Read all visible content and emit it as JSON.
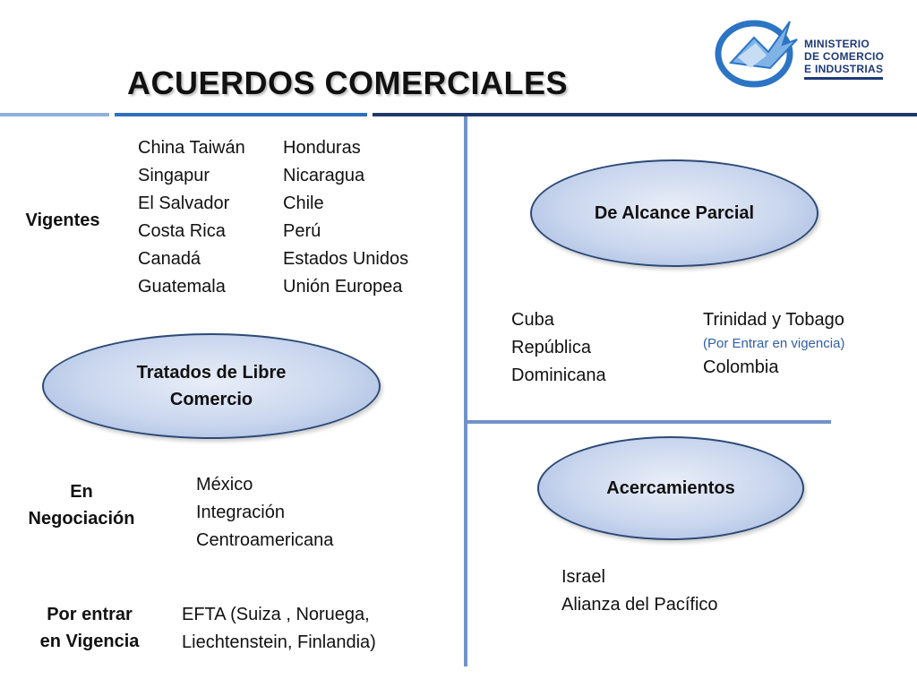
{
  "title": "ACUERDOS COMERCIALES",
  "logo": {
    "line1": "MINISTERIO",
    "line2": "DE COMERCIO",
    "line3": "E  INDUSTRIAS"
  },
  "left": {
    "vigentes_label": "Vigentes",
    "vigentes_col1": [
      "China Taiwán",
      "Singapur",
      "El Salvador",
      "Costa Rica",
      "Canadá",
      "Guatemala"
    ],
    "vigentes_col2": [
      "Honduras",
      "Nicaragua",
      "Chile",
      "Perú",
      "Estados Unidos",
      "Unión Europea"
    ],
    "tlc_ellipse": "Tratados de Libre Comercio",
    "negociacion_label_1": "En",
    "negociacion_label_2": "Negociación",
    "negociacion_items": [
      "México",
      "Integración",
      "Centroamericana"
    ],
    "por_entrar_label_1": "Por entrar",
    "por_entrar_label_2": "en Vigencia",
    "por_entrar_items": [
      "EFTA (Suiza , Noruega,",
      "Liechtenstein, Finlandia)"
    ]
  },
  "right": {
    "parcial_ellipse": "De Alcance Parcial",
    "parcial_col1": [
      "Cuba",
      "República",
      "Dominicana"
    ],
    "parcial_col2_first": "Trinidad y Tobago",
    "parcial_col2_note": "(Por Entrar en vigencia)",
    "parcial_col2_last": "Colombia",
    "acercamientos_ellipse": "Acercamientos",
    "acercamientos_items": [
      "Israel",
      "Alianza del Pacífico"
    ]
  },
  "colors": {
    "line_blue": "#6f93c8",
    "rule_light": "#8fb0dc",
    "rule_mid": "#2f6fbf",
    "rule_dark": "#1f3a68",
    "note_blue": "#2f5fa8",
    "ellipse_border": "#2d4a76"
  }
}
